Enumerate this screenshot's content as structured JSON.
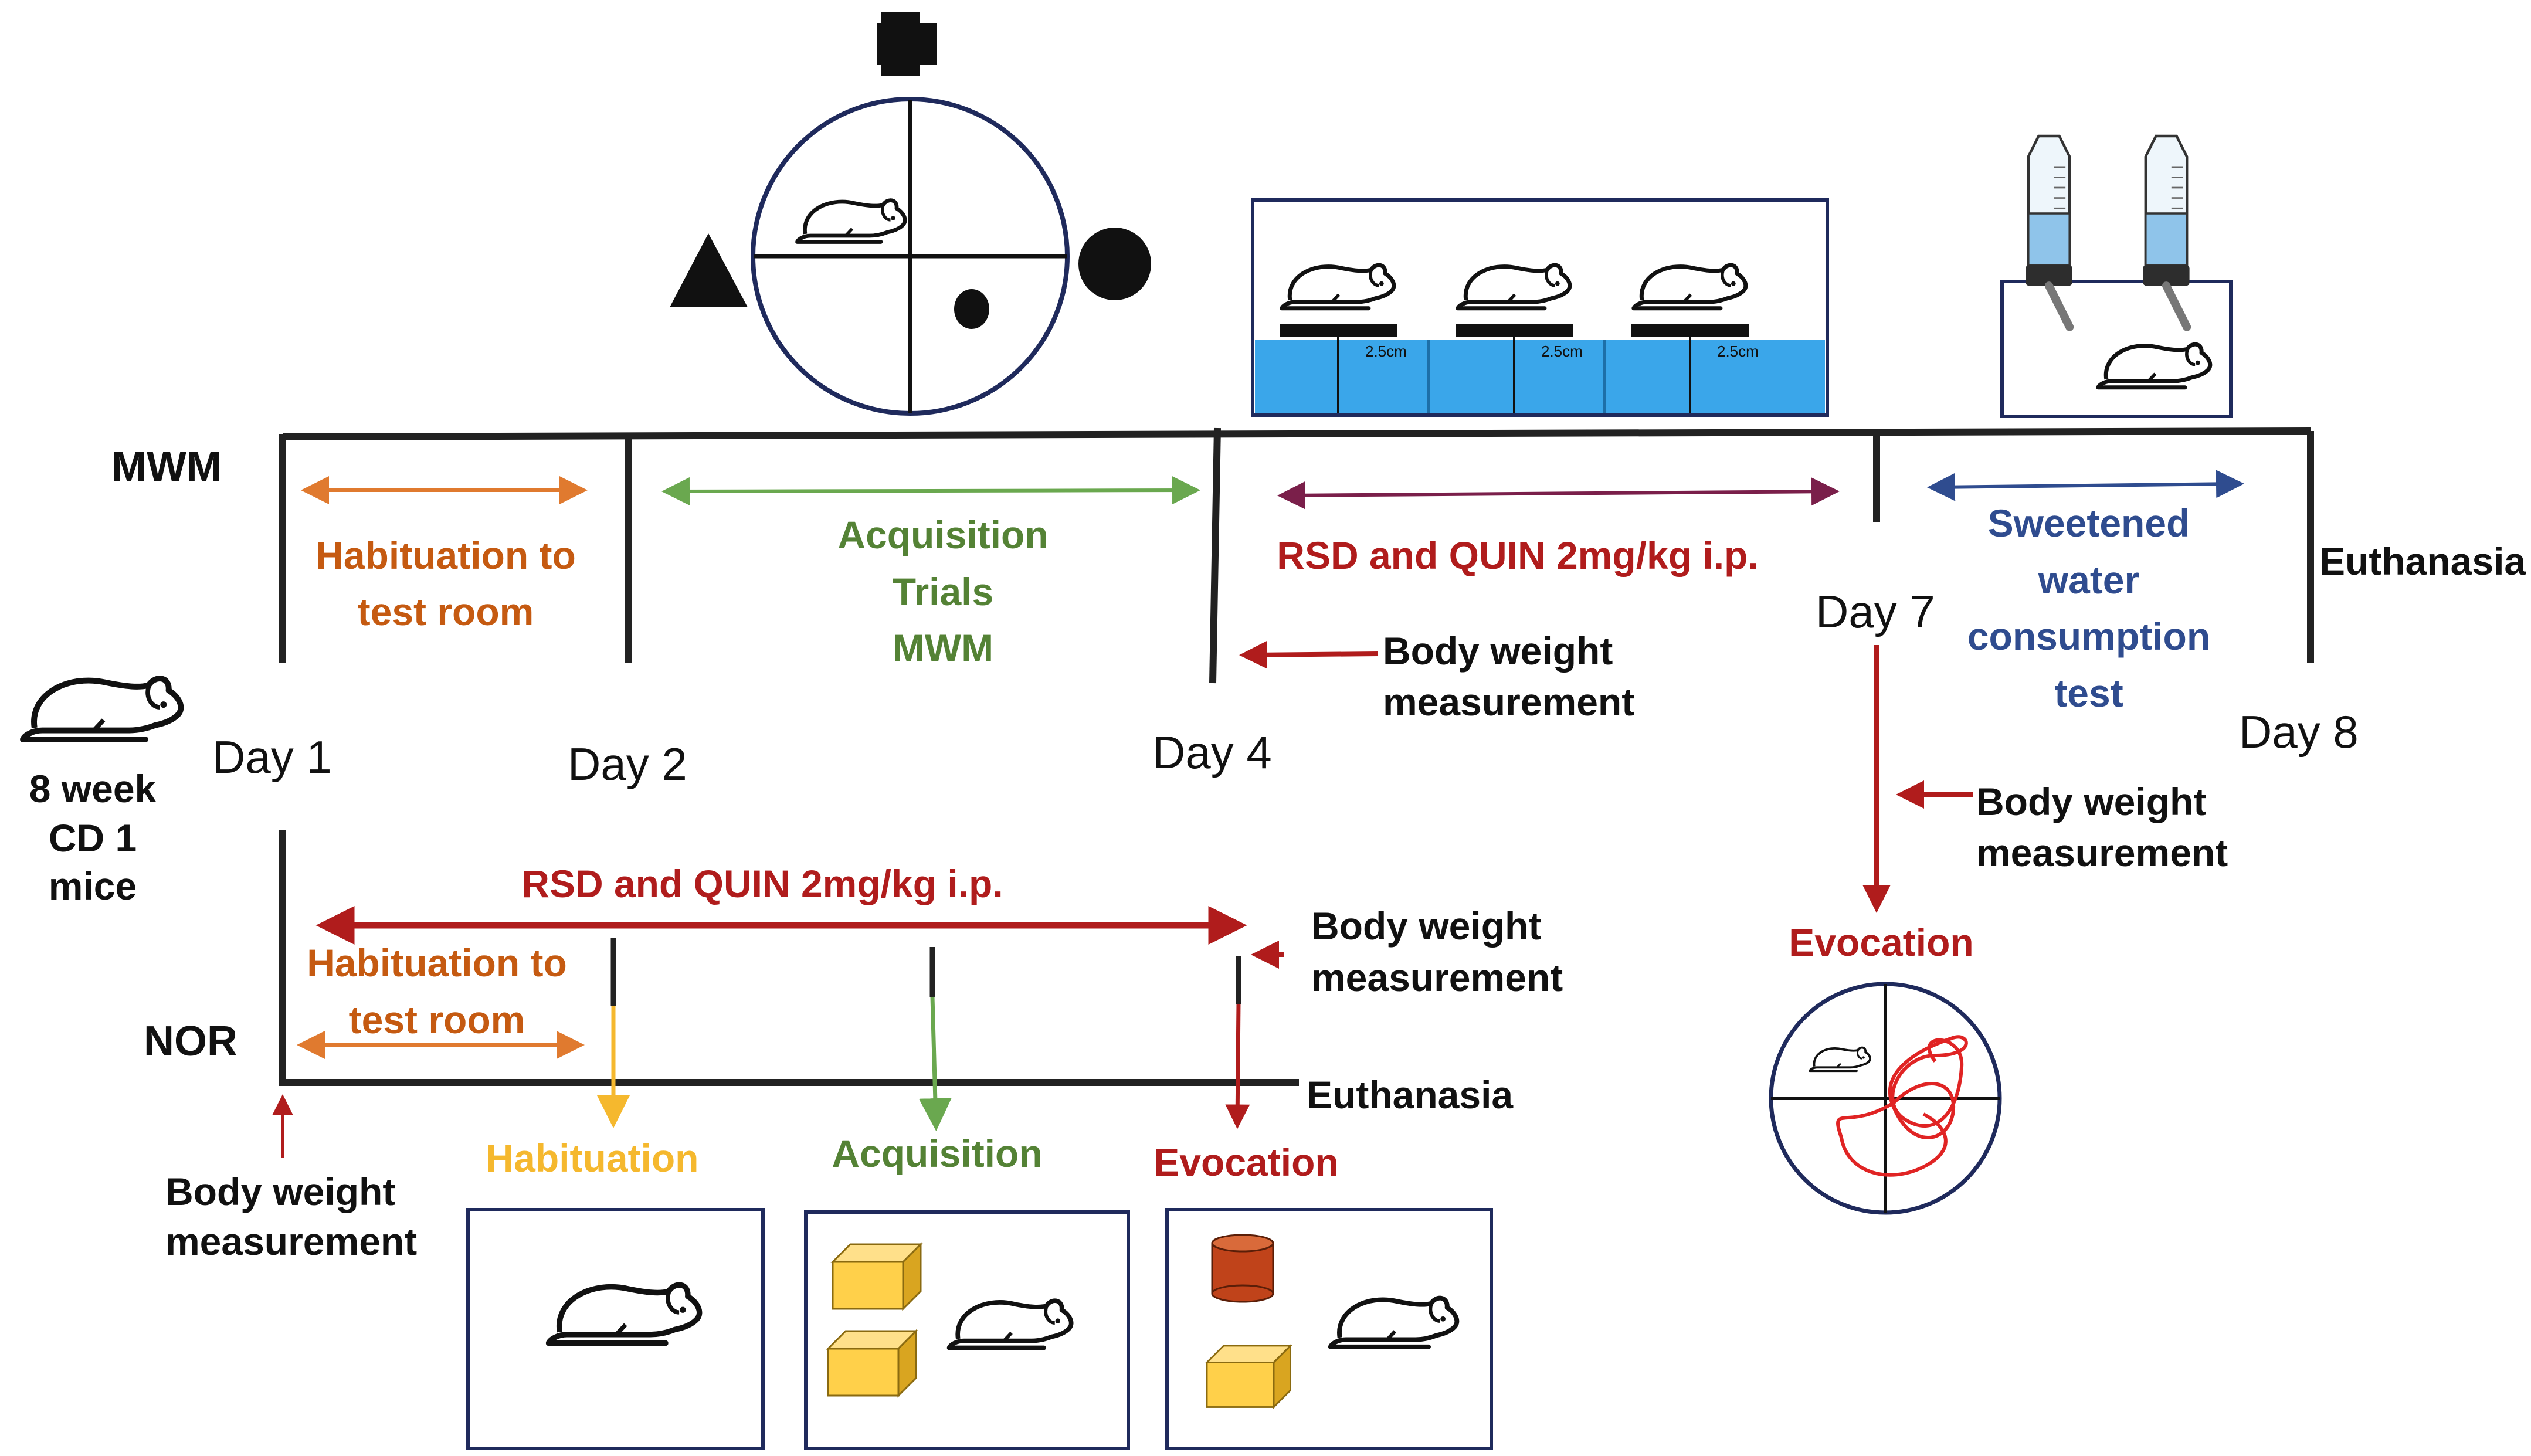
{
  "labels": {
    "mwm": "MWM",
    "nor": "NOR",
    "mice_line1": "8 week",
    "mice_line2": "CD 1",
    "mice_line3": "mice",
    "day1": "Day 1",
    "day2": "Day 2",
    "day4": "Day 4",
    "day7": "Day 7",
    "day8": "Day 8",
    "euthanasia_top": "Euthanasia",
    "euthanasia_bottom": "Euthanasia",
    "scale": "2.5cm"
  },
  "mwm": {
    "habituation_line1": "Habituation to",
    "habituation_line2": "test room",
    "acquisition_line1": "Acquisition",
    "acquisition_line2": "Trials",
    "acquisition_line3": "MWM",
    "rsd_quin": "RSD and QUIN 2mg/kg i.p.",
    "sweet_line1": "Sweetened",
    "sweet_line2": "water",
    "sweet_line3": "consumption",
    "sweet_line4": "test",
    "bw_day4_line1": "Body weight",
    "bw_day4_line2": "measurement",
    "bw_day7_line1": "Body weight",
    "bw_day7_line2": "measurement",
    "evocation": "Evocation"
  },
  "nor": {
    "rsd_quin": "RSD  and QUIN  2mg/kg i.p.",
    "habituation_line1": "Habituation to",
    "habituation_line2": "test room",
    "bw_right_line1": "Body weight",
    "bw_right_line2": "measurement",
    "bw_start_line1": "Body weight",
    "bw_start_line2": "measurement",
    "stage_habituation": "Habituation",
    "stage_acquisition": "Acquisition",
    "stage_evocation": "Evocation"
  },
  "colors": {
    "orange": "#c55a11",
    "green": "#548235",
    "red": "#b01c1c",
    "maroon": "#7a1f4a",
    "blue": "#2f4c8f",
    "yellow": "#f5b82e",
    "water": "#3aa6ea",
    "frame": "#1f2a5c"
  },
  "icons": [
    "mouse-icon",
    "cross-cue-icon",
    "triangle-cue-icon",
    "circle-cue-icon",
    "water-bottle-icon",
    "cube-object-icon",
    "cylinder-object-icon"
  ]
}
